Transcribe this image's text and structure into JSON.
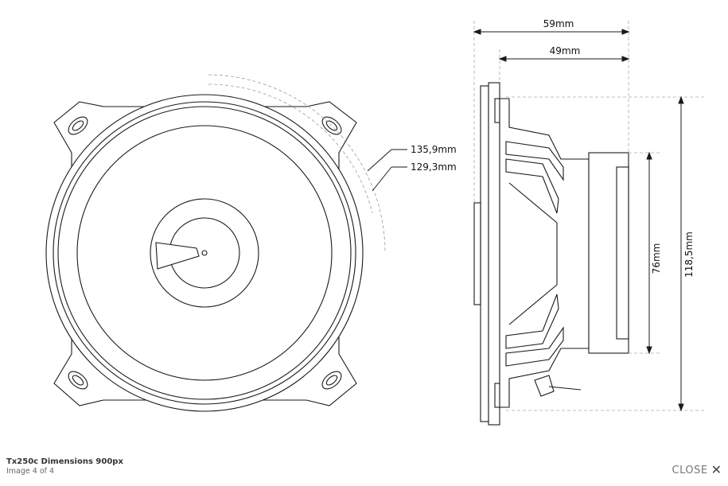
{
  "lightbox": {
    "caption": {
      "title": "Tx250c Dimensions 900px",
      "counter": "Image 4 of 4"
    },
    "close_label": "CLOSE",
    "close_icon": "close-x-icon"
  },
  "drawing": {
    "front_view": {
      "outer_diameter_label": "135,9mm",
      "inner_diameter_label": "129,3mm"
    },
    "side_view": {
      "total_depth_label": "59mm",
      "mount_depth_label": "49mm",
      "magnet_diameter_label": "76mm",
      "frame_height_label": "118,5mm"
    }
  }
}
